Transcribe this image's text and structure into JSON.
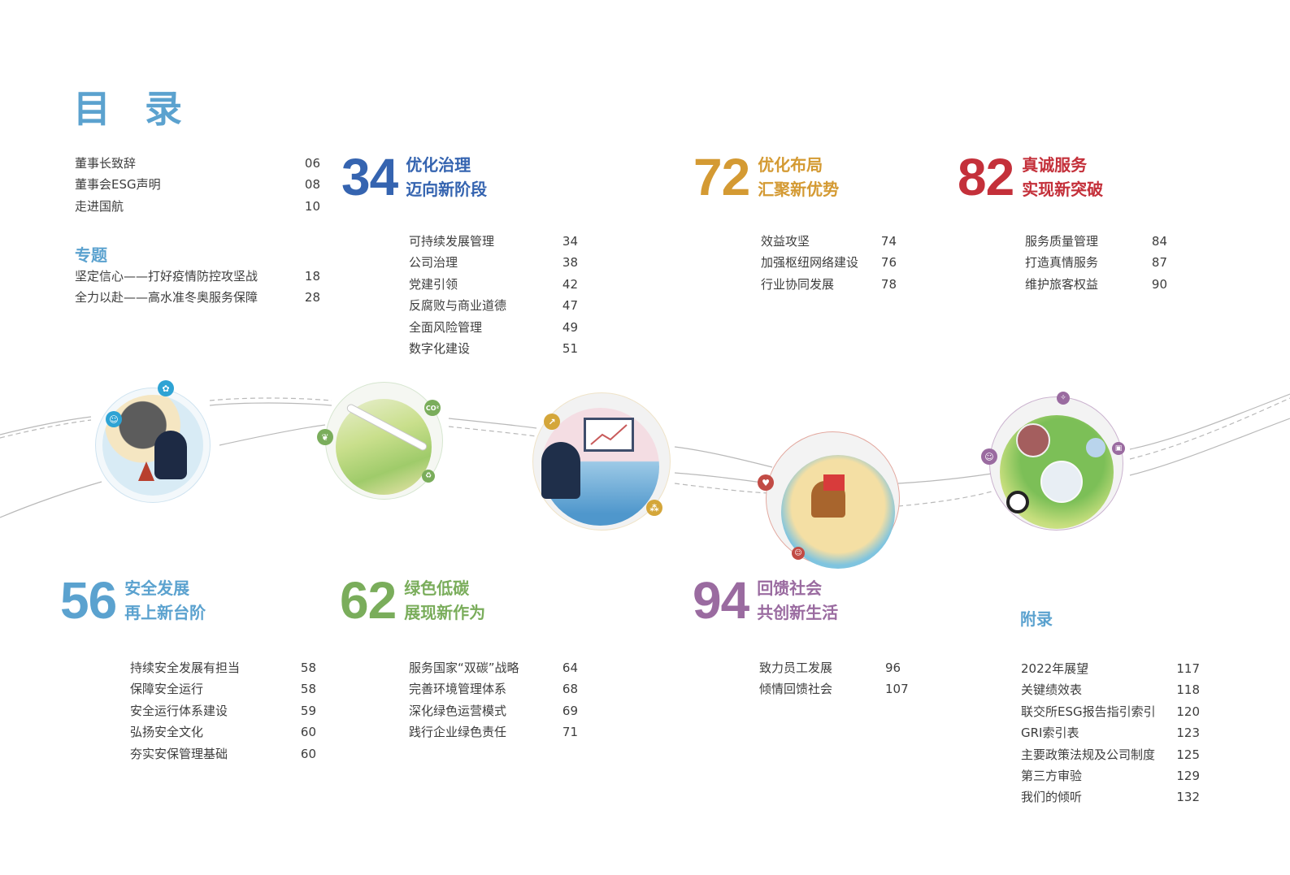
{
  "page": {
    "title": "目录"
  },
  "colors": {
    "title_blue": "#5ba2cf",
    "ch34_blue": "#3564b0",
    "ch72_gold": "#d49a33",
    "ch82_red": "#c4303a",
    "ch56_blue": "#5ba2cf",
    "ch62_green": "#7aad5b",
    "ch94_purple": "#9a6ba0",
    "appendix_blue": "#5ba2cf"
  },
  "intro": {
    "items": [
      {
        "label": "董事长致辞",
        "page": "06"
      },
      {
        "label": "董事会ESG声明",
        "page": "08"
      },
      {
        "label": "走进国航",
        "page": "10"
      }
    ]
  },
  "special": {
    "heading": "专题",
    "items": [
      {
        "label": "坚定信心——打好疫情防控攻坚战",
        "page": "18"
      },
      {
        "label": "全力以赴——高水准冬奥服务保障",
        "page": "28"
      }
    ]
  },
  "chapters": [
    {
      "number": "34",
      "title_line1": "优化治理",
      "title_line2": "迈向新阶段",
      "items": [
        {
          "label": "可持续发展管理",
          "page": "34"
        },
        {
          "label": "公司治理",
          "page": "38"
        },
        {
          "label": "党建引领",
          "page": "42"
        },
        {
          "label": "反腐败与商业道德",
          "page": "47"
        },
        {
          "label": "全面风险管理",
          "page": "49"
        },
        {
          "label": "数字化建设",
          "page": "51"
        }
      ]
    },
    {
      "number": "72",
      "title_line1": "优化布局",
      "title_line2": "汇聚新优势",
      "items": [
        {
          "label": "效益攻坚",
          "page": "74"
        },
        {
          "label": "加强枢纽网络建设",
          "page": "76"
        },
        {
          "label": "行业协同发展",
          "page": "78"
        }
      ]
    },
    {
      "number": "82",
      "title_line1": "真诚服务",
      "title_line2": "实现新突破",
      "items": [
        {
          "label": "服务质量管理",
          "page": "84"
        },
        {
          "label": "打造真情服务",
          "page": "87"
        },
        {
          "label": "维护旅客权益",
          "page": "90"
        }
      ]
    },
    {
      "number": "56",
      "title_line1": "安全发展",
      "title_line2": "再上新台阶",
      "items": [
        {
          "label": "持续安全发展有担当",
          "page": "58"
        },
        {
          "label": "保障安全运行",
          "page": "58"
        },
        {
          "label": "安全运行体系建设",
          "page": "59"
        },
        {
          "label": "弘扬安全文化",
          "page": "60"
        },
        {
          "label": "夯实安保管理基础",
          "page": "60"
        }
      ]
    },
    {
      "number": "62",
      "title_line1": "绿色低碳",
      "title_line2": "展现新作为",
      "items": [
        {
          "label": "服务国家“双碳”战略",
          "page": "64"
        },
        {
          "label": "完善环境管理体系",
          "page": "68"
        },
        {
          "label": "深化绿色运营模式",
          "page": "69"
        },
        {
          "label": "践行企业绿色责任",
          "page": "71"
        }
      ]
    },
    {
      "number": "94",
      "title_line1": "回馈社会",
      "title_line2": "共创新生活",
      "items": [
        {
          "label": "致力员工发展",
          "page": "96"
        },
        {
          "label": "倾情回馈社会",
          "page": "107"
        }
      ]
    }
  ],
  "appendix": {
    "heading": "附录",
    "items": [
      {
        "label": "2022年展望",
        "page": "117"
      },
      {
        "label": "关键绩效表",
        "page": "118"
      },
      {
        "label": "联交所ESG报告指引索引",
        "page": "120"
      },
      {
        "label": "GRI索引表",
        "page": "123"
      },
      {
        "label": "主要政策法规及公司制度",
        "page": "125"
      },
      {
        "label": "第三方审验",
        "page": "129"
      },
      {
        "label": "我们的倾听",
        "page": "132"
      }
    ]
  },
  "illustrations": [
    {
      "name": "safety-panda-engine",
      "badges": [
        "wrench-icon",
        "pilot-icon"
      ]
    },
    {
      "name": "green-airplane-field",
      "badges": [
        "co2-icon",
        "leaf-icon",
        "recycle-icon"
      ]
    },
    {
      "name": "panda-world-map-chart",
      "badges": [
        "trend-chart-icon",
        "network-icon"
      ]
    },
    {
      "name": "panda-camel-silk-road",
      "badges": [
        "heart-icon",
        "service-person-icon"
      ]
    },
    {
      "name": "panda-community-bubbles",
      "badges": [
        "lightbulb-icon",
        "person-icon",
        "box-icon"
      ]
    }
  ]
}
